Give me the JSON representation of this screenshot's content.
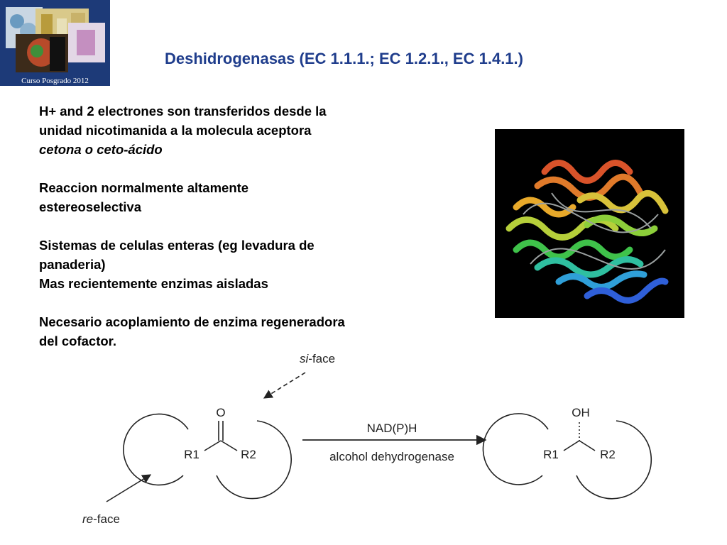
{
  "logo": {
    "caption": "Curso Posgrado 2012",
    "icon": "course-collage-logo"
  },
  "title": "Deshidrogenasas (EC 1.1.1.; EC 1.2.1., EC 1.4.1.)",
  "paragraphs": [
    {
      "lines": [
        "H+ and 2 electrones son transferidos desde la",
        "unidad nicotimanida a la molecula aceptora"
      ],
      "italic": "cetona o ceto-ácido"
    },
    {
      "lines": [
        "Reaccion normalmente altamente",
        "estereoselectiva"
      ]
    },
    {
      "lines": [
        "Sistemas de celulas enteras (eg levadura de",
        "panaderia)",
        "Mas recientemente enzimas aisladas"
      ]
    },
    {
      "lines": [
        "Necesario acoplamiento de enzima regeneradora",
        "del cofactor."
      ]
    }
  ],
  "protein_image": {
    "icon": "protein-ribbon-structure",
    "background": "#000000"
  },
  "scheme": {
    "si_face_prefix": "si",
    "si_face_suffix": "-face",
    "re_face_prefix": "re",
    "re_face_suffix": "-face",
    "reactant": {
      "top_atom": "O",
      "left": "R1",
      "right": "R2"
    },
    "product": {
      "top_atom": "OH",
      "left": "R1",
      "right": "R2"
    },
    "reagent_above": "NAD(P)H",
    "reagent_below": "alcohol dehydrogenase"
  },
  "colors": {
    "title": "#1f3d8c",
    "logo_bg": "#1d3a78"
  }
}
